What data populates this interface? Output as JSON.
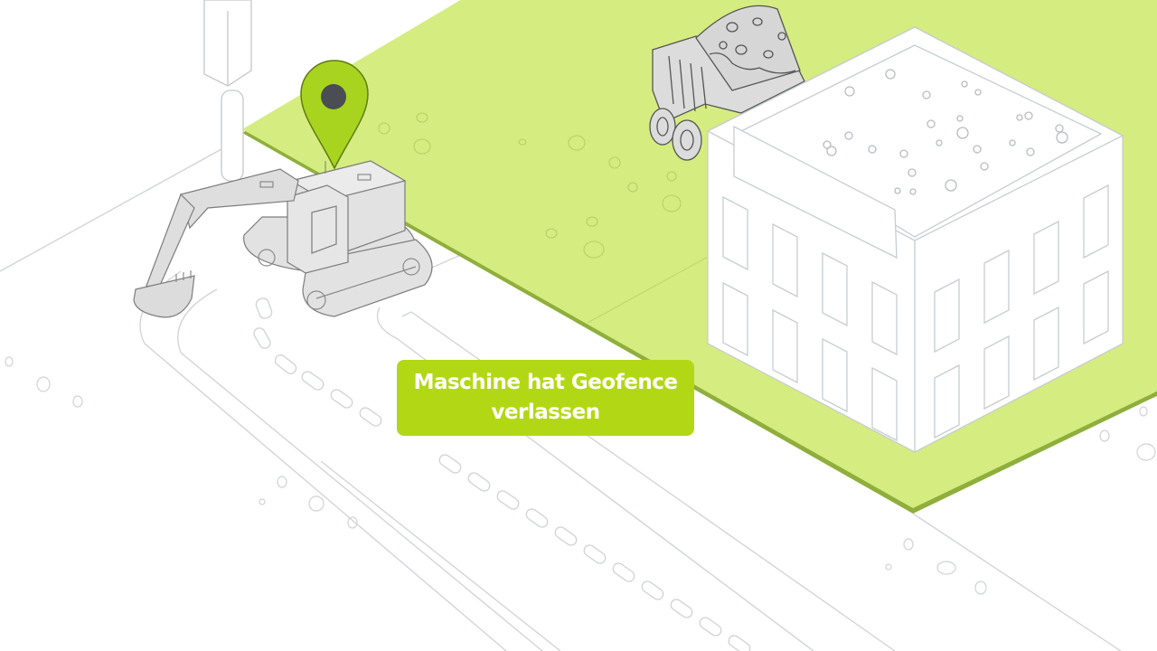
{
  "scene": {
    "description": "Isometric illustration of a construction site geofence",
    "colors": {
      "geofence_fill": "#d5ec80",
      "geofence_edge": "#8fae3c",
      "pin_fill": "#a8d41f",
      "pin_stroke": "#5f7a12",
      "pin_dot": "#4a4d52",
      "machine_fill": "#e3e3e3",
      "machine_stroke": "#7a7a7a",
      "line_color": "#c9ccd0",
      "label_bg": "#b2d815",
      "label_text": "#ffffff"
    },
    "icons": {
      "location_pin": "map-pin-icon",
      "excavator": "excavator-illustration",
      "dump_truck": "dump-truck-illustration",
      "building": "building-illustration",
      "street_light": "street-light-illustration"
    }
  },
  "alert": {
    "line1": "Maschine hat Geofence",
    "line2": "verlassen"
  }
}
